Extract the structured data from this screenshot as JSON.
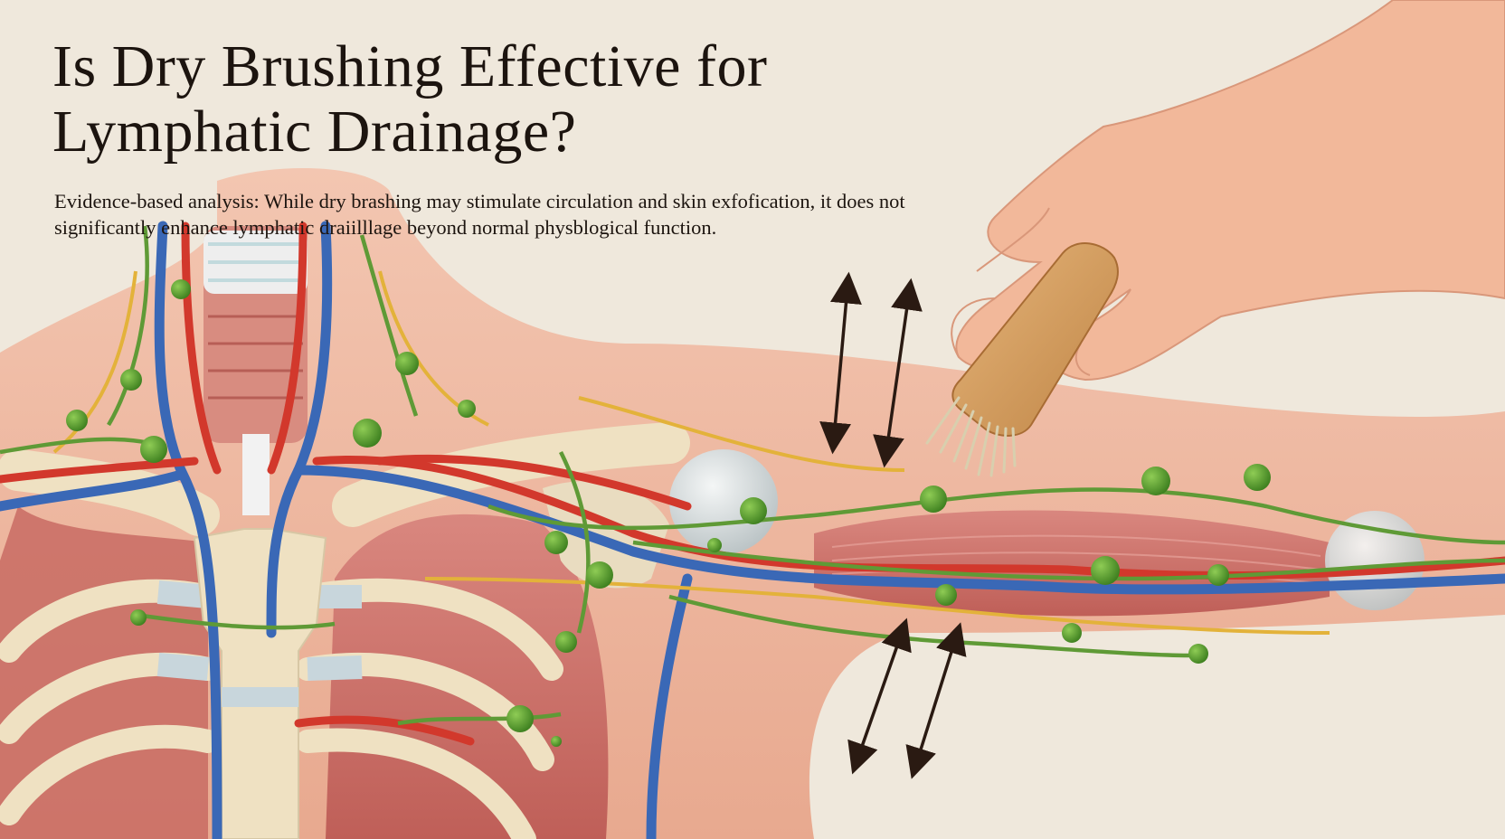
{
  "header": {
    "title_lines": [
      "Is Dry Brushing Effective for",
      "Lymphatic Drainage?"
    ],
    "subtitle_lines": [
      "Evidence-based analysis: While dry brashing may stimulate circulation and skin exfofication, it does not",
      "significantly enhance lymphatic draiilllage beyond normal physblogical function."
    ]
  },
  "colors": {
    "background": "#efe8dc",
    "skin": "#efb9a2",
    "muscle": "#cf766e",
    "bone": "#efe1c2",
    "artery": "#d2382c",
    "vein": "#3a68b6",
    "lymph_vessel": "#5f9a36",
    "lymph_node": "#4f9a2a",
    "nerve": "#e3b23a",
    "arrow": "#2a1a12",
    "brush_wood": "#d9a46a",
    "hand": "#f2b89a"
  },
  "icons": [
    "dry-brush-icon",
    "hand-icon",
    "double-arrow-icon",
    "lymph-node-icon"
  ]
}
